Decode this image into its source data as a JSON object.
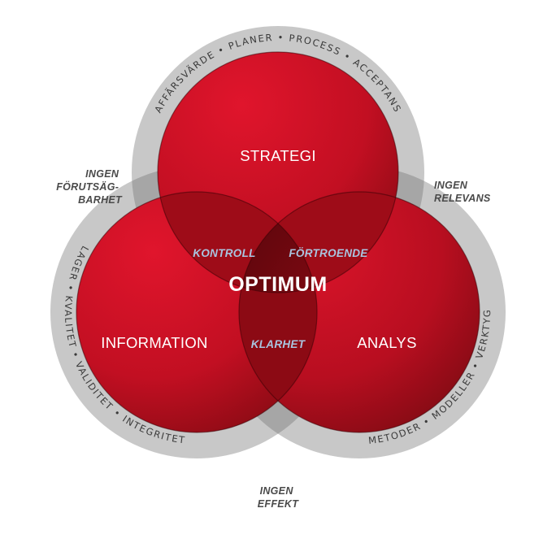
{
  "diagram": {
    "rings": {
      "top": "AFFÄRSVÄRDE • PLANER • PROCESS • ACCEPTANS",
      "left": "LAGER • KVALITET • VALIDITET • INTEGRITET",
      "right": "METODER • MODELLER • VERKTYG"
    },
    "circles": {
      "top": "STRATEGI",
      "left": "INFORMATION",
      "right": "ANALYS"
    },
    "overlaps": {
      "top_left": "KONTROLL",
      "top_right": "FÖRTROENDE",
      "left_right": "KLARHET"
    },
    "center": "OPTIMUM",
    "gaps": {
      "upper_left": [
        "INGEN",
        "FÖRUTSÄG-",
        "BARHET"
      ],
      "upper_right": [
        "INGEN",
        "RELEVANS"
      ],
      "bottom": [
        "INGEN",
        "EFFEKT"
      ]
    },
    "colors": {
      "circle_light": "#e0152c",
      "circle_dark": "#7a0a10",
      "ring": "#c8c8c8",
      "ring_overlap": "#a6a6a6",
      "overlap_label": "#a9c5e0"
    }
  }
}
